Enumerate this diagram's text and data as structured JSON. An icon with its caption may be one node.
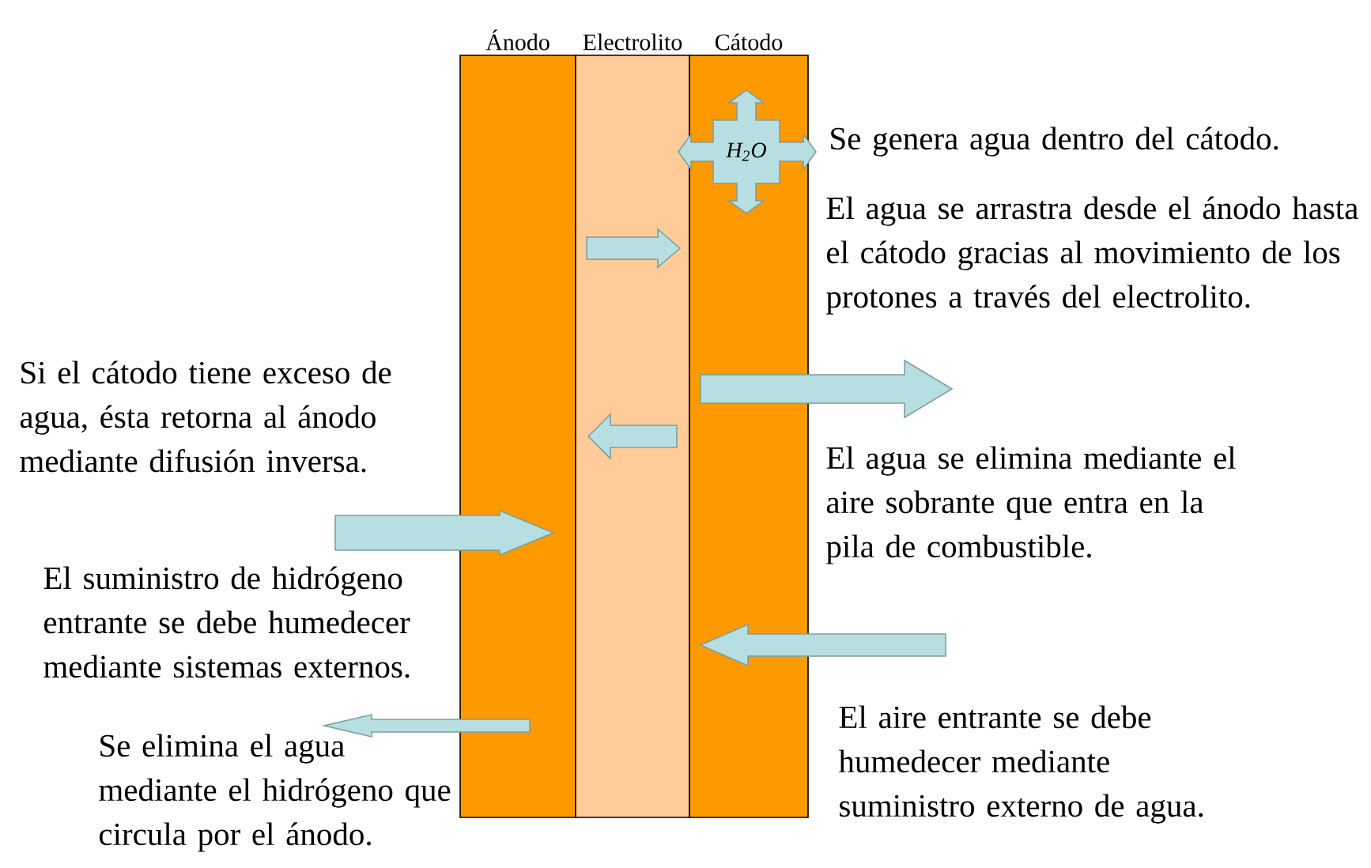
{
  "diagram": {
    "nodes": [
      {
        "text": [
          "Ánodo"
        ]
      },
      {
        "text": [
          "Electrolito"
        ]
      },
      {
        "text": [
          "Cátodo"
        ]
      },
      {
        "text": [
          "H$_{2}$O"
        ],
        "in": 2
      }
    ],
    "labels": [
      "Se genera agua dentro del cátodo.",
      "El agua se arrastra desde el ánodo hasta el cátodo gracias al movimiento de los protones a través del electrolito.",
      "Si el cátodo tiene exceso de agua, ésta retorna al ánodo mediante difusión inversa.",
      "El agua se elimina mediante el aire sobrante que entra en la pila de combustible.",
      "El suministro de hidrógeno entrante se debe humedecer mediante sistemas externos.",
      "El aire entrante se debe humedecer mediante suministro externo de agua.",
      "Se elimina el agua mediante el hidrógeno que circula por el ánodo."
    ]
  }
}
